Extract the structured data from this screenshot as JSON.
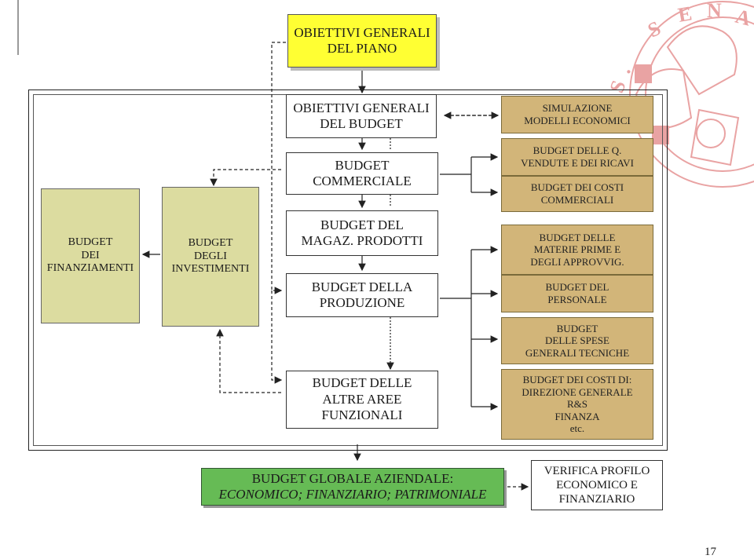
{
  "diagram": {
    "top": "OBIETTIVI GENERALI\nDEL PIANO",
    "center_column": [
      "OBIETTIVI GENERALI\nDEL BUDGET",
      "BUDGET\nCOMMERCIALE",
      "BUDGET DEL\nMAGAZ. PRODOTTI",
      "BUDGET DELLA\nPRODUZIONE",
      "BUDGET DELLE\nALTRE AREE\nFUNZIONALI"
    ],
    "right_column": [
      "SIMULAZIONE\nMODELLI ECONOMICI",
      "BUDGET DELLE Q.\nVENDUTE E DEI RICAVI",
      "BUDGET DEI COSTI\nCOMMERCIALI",
      "BUDGET DELLE\nMATERIE PRIME E\nDEGLI APPROVVIG.",
      "BUDGET DEL\nPERSONALE",
      "BUDGET\nDELLE SPESE\nGENERALI TECNICHE",
      "BUDGET DEI COSTI DI:\nDIREZIONE GENERALE\nR&S\nFINANZA\netc."
    ],
    "left_column": [
      "BUDGET\nDEI\nFINANZIAMENTI",
      "BUDGET\nDEGLI\nINVESTIMENTI"
    ],
    "bottom_global": {
      "line1": "BUDGET GLOBALE AZIENDALE:",
      "line2": "ECONOMICO; FINANZIARIO; PATRIMONIALE"
    },
    "bottom_verify": "VERIFICA PROFILO\nECONOMICO E\nFINANZIARIO"
  },
  "colors": {
    "yellow": "#ffff33",
    "tan": "#d2b579",
    "olive": "#dcdca0",
    "green": "#66bb55",
    "seal": "#e9a3a3"
  },
  "seal_icon": "university-seal-watermark",
  "page_number": "17"
}
